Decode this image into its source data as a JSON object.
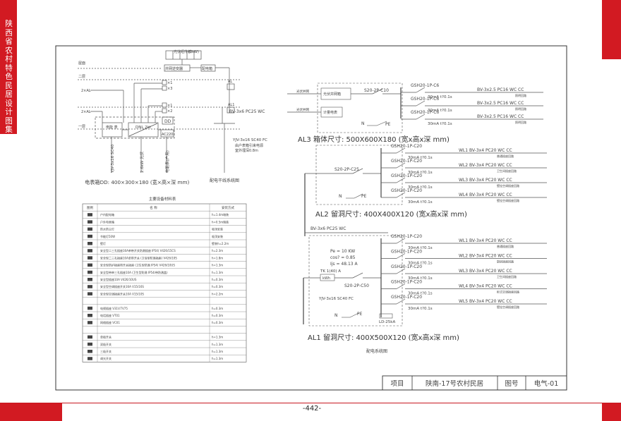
{
  "book": {
    "side_title": "陕西省农村特色民居设计图集",
    "page_number": "-442-",
    "accent_color": "#d21a22"
  },
  "title_block": {
    "project_label": "项目",
    "project_name": "陕南-17号农村民居",
    "drawing_no_label": "图号",
    "drawing_no": "电气-01"
  },
  "riser": {
    "caption": "配电干线系统图",
    "pv_module": "光伏组件板",
    "pv_capacity": "(3kW)",
    "inverter": "并网逆变器",
    "meter_box": "配电箱",
    "roof_label": "屋面",
    "floor2_label": "二层",
    "floor1_label": "一层",
    "floor2_box": "2×AL",
    "floor1_box": "2×AL",
    "switch_boxes": [
      "×1",
      "×3",
      "×1",
      "×2"
    ],
    "al_label": "AL",
    "al1_label": "AL1",
    "feeder": "BV-3x6 PC25 WC",
    "service_cable": "YJV-3x16 SC40 FC",
    "service_note1": "由户表箱引来电源",
    "service_note2": "室外埋深0.8m"
  },
  "dd_box": {
    "caption": "电表箱DD: 400×300×180 (宽×高×深 mm)",
    "label": "DD",
    "meter_left": "电能\n表",
    "meter_mid": "DNL\n2kt",
    "vert_1": "YJV-3x16 SC40",
    "vert_2": "2.6kW 光伏",
    "vert_3": "电能表(户用)",
    "ac_label": "AC220"
  },
  "al3": {
    "title": "AL3 箱体尺寸: 500X600X180 (宽x高x深 mm)",
    "breaker_main": "S20-2P-C10",
    "pv_in": "光伏并网",
    "pv_box": "光伏并网箱",
    "meter_label": "计量电表",
    "n_label": "N",
    "pe_label": "PE",
    "circuits": [
      {
        "breaker": "GSH20-1P-C6",
        "rcd": "30mA  t?0.1s",
        "cable": "BV-3x2.5 PC16 WC CC",
        "use": "照明回路"
      },
      {
        "breaker": "GSH20-1P-C6",
        "rcd": "30mA  t?0.1s",
        "cable": "BV-3x2.5 PC16 WC CC",
        "use": "照明回路"
      },
      {
        "breaker": "GSH20-1P-C6",
        "rcd": "30mA  t?0.1s",
        "cable": "BV-3x2.5 PC16 WC CC",
        "use": "照明回路"
      }
    ]
  },
  "al2": {
    "title": "AL2 留洞尺寸: 400X400X120 (宽x高x深 mm)",
    "breaker_main": "S20-2P-C25",
    "n_label": "N",
    "pe_label": "PE",
    "circuits": [
      {
        "breaker": "GSH20-1P-C20",
        "rcd": "30mA  t?0.1s",
        "cable": "WL1 BV-3x4 PC20 WC CC",
        "use": "普通插座回路"
      },
      {
        "breaker": "GSH20-1P-C20",
        "rcd": "30mA  t?0.1s",
        "cable": "WL2 BV-3x4 PC20 WC CC",
        "use": "卫生间插座回路"
      },
      {
        "breaker": "GSH20-1P-C20",
        "rcd": "30mA  t?0.1s",
        "cable": "WL3 BV-3x4 PC20 WC CC",
        "use": "壁挂空调插座回路"
      },
      {
        "breaker": "GSH20-1P-C20",
        "rcd": "30mA  t?0.1s",
        "cable": "WL4 BV-3x4 PC20 WC CC",
        "use": "壁挂空调插座回路"
      }
    ]
  },
  "al1": {
    "title": "AL1 留洞尺寸: 400X500X120 (宽x高x深 mm)",
    "feeder_top": "BV-3x6 PC25 WC",
    "pe_power": "Pe = 10 KW",
    "cos": "cos? = 0.85",
    "ijs": "Ijs = 48.13 A",
    "meter_label": "TK 1(40) A",
    "meter_box": "kWh",
    "breaker_main": "S20-2P-C50",
    "service_cable": "YJV-3x16 SC40 FC",
    "n_label": "N",
    "pe_label": "PE",
    "spd": "LD-25kA",
    "caption": "配电系统图",
    "circuits": [
      {
        "breaker": "GSH20-1P-C20",
        "rcd": "30mA  t?0.1s",
        "cable": "WL1 BV-3x4 PC20 WC CC",
        "use": "普通插座回路"
      },
      {
        "breaker": "GSH20-1P-C20",
        "rcd": "30mA  t?0.1s",
        "cable": "WL2 BV-3x4 PC20 WC CC",
        "use": "厨房插座回路"
      },
      {
        "breaker": "GSH20-1P-C20",
        "rcd": "30mA  t?0.1s",
        "cable": "WL3 BV-3x4 PC20 WC CC",
        "use": "卫生间插座回路"
      },
      {
        "breaker": "GSH20-1P-C20",
        "rcd": "30mA  t?0.1s",
        "cable": "WL4 BV-3x4 PC20 WC CC",
        "use": "柜式空调插座回路"
      },
      {
        "breaker": "GSH20-1P-C20",
        "rcd": "30mA  t?0.1s",
        "cable": "WL5 BV-3x4 PC20 WC CC",
        "use": "壁挂空调插座回路"
      }
    ]
  },
  "legend": {
    "title": "主要设备材料表",
    "headers": [
      "图例",
      "名  称",
      "安装方式"
    ],
    "rows": [
      {
        "name": "户内配电箱",
        "mount": "h=1.4m暗装"
      },
      {
        "name": "户外电表箱",
        "mount": "h=0.5m暗装"
      },
      {
        "name": "防水防尘灯",
        "mount": "吸顶安装"
      },
      {
        "name": "节能灯50W",
        "mount": "吸顶安装"
      },
      {
        "name": "壁灯",
        "mount": "壁装h=2.2m"
      },
      {
        "name": "安全型二三孔插座16A单带开关防溅插座 IP54)  V426/15CS",
        "mount": "h=2.3m"
      },
      {
        "name": "安全型二三孔插座10A单带开关 (卫浴型防溅插座)  V426/10S",
        "mount": "h=1.8m"
      },
      {
        "name": "安全型防护插座带开关插座 (卫生型防溅 IP54)  V426/10US",
        "mount": "h=1.3m"
      },
      {
        "name": "安全型带单三孔插座10A (卫生型防溅 IP54/带防溅盖)",
        "mount": "h=1.3m"
      },
      {
        "name": "安全型插座10A  V426/10US",
        "mount": "h=0.3m"
      },
      {
        "name": "安全型空调插座开关16A  V15/16S",
        "mount": "h=0.3m"
      },
      {
        "name": "安全型空调插座开关10A  V15/10S",
        "mount": "h=2.2m"
      },
      {
        "name": "",
        "mount": ""
      },
      {
        "name": "电视插座 V31V.TV75",
        "mount": "h=0.3m"
      },
      {
        "name": "电话插座 VT01",
        "mount": "h=0.3m"
      },
      {
        "name": "网络插座 VC01",
        "mount": "h=0.3m"
      },
      {
        "name": "",
        "mount": ""
      },
      {
        "name": "单极开关",
        "mount": "h=1.3m"
      },
      {
        "name": "双极开关",
        "mount": "h=1.3m"
      },
      {
        "name": "三极开关",
        "mount": "h=1.3m"
      },
      {
        "name": "调光开关",
        "mount": "h=1.3m"
      }
    ]
  }
}
